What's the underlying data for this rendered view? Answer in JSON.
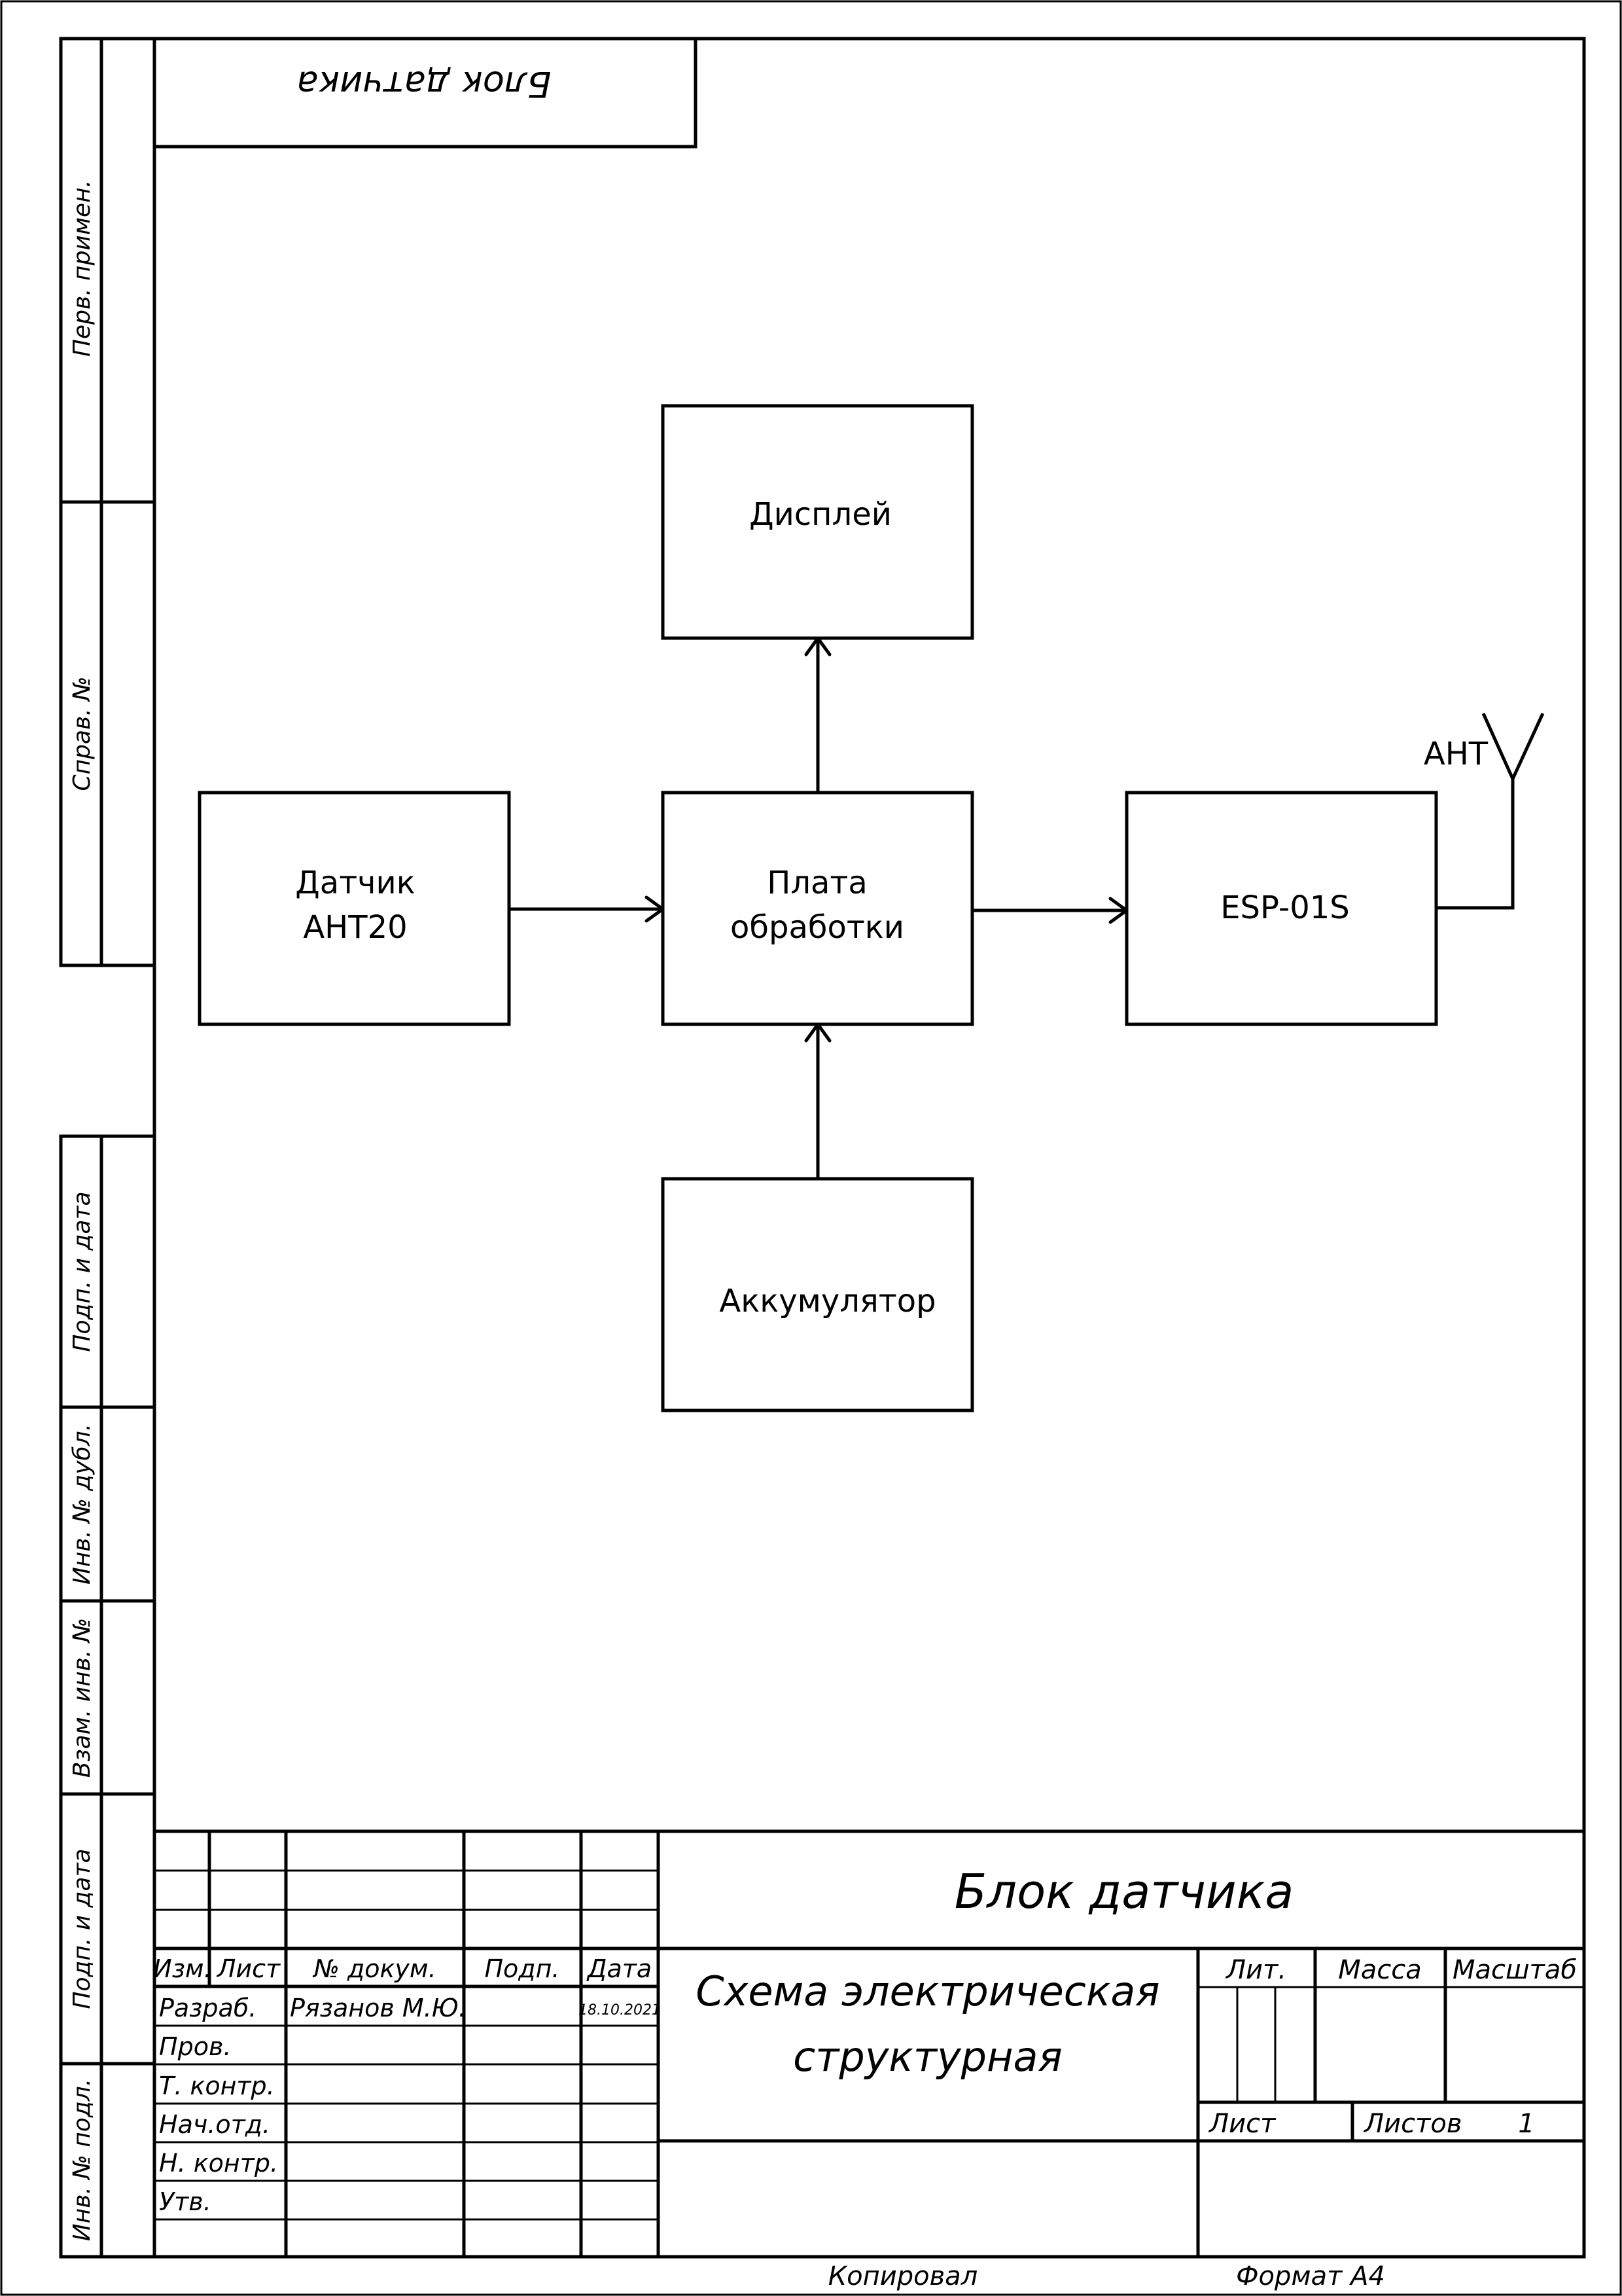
{
  "top_stamp": "Блок датчика",
  "side_labels": [
    "Перв. примен.",
    "Справ. №",
    "Подп. и дата",
    "Инв. № дубл.",
    "Взам. инв. №",
    "Подп. и дата",
    "Инв. № подл."
  ],
  "blocks": {
    "display": [
      "Дисплей"
    ],
    "sensor": [
      "Датчик",
      "AHT20"
    ],
    "board": [
      "Плата",
      "обработки"
    ],
    "esp": [
      "ESP-01S"
    ],
    "battery": [
      "Аккумулятор"
    ]
  },
  "antenna_label": "АНТ",
  "title_block": {
    "headers": {
      "izm": "Изм.",
      "list": "Лист",
      "doc": "№ докум.",
      "podp": "Подп.",
      "date": "Дата"
    },
    "roles": [
      "Разраб.",
      "Пров.",
      "Т. контр.",
      "Нач.отд.",
      "Н. контр.",
      "Утв."
    ],
    "developer": "Рязанов М.Ю.",
    "date": "18.10.2021",
    "product_name": "Блок датчика",
    "doc_type_line1": "Схема электрическая",
    "doc_type_line2": "структурная",
    "lit": "Лит.",
    "mass": "Масса",
    "scale": "Масштаб",
    "sheet": "Лист",
    "sheets": "Листов",
    "sheets_count": "1"
  },
  "footer": {
    "copied": "Копировал",
    "format": "Формат А4"
  }
}
